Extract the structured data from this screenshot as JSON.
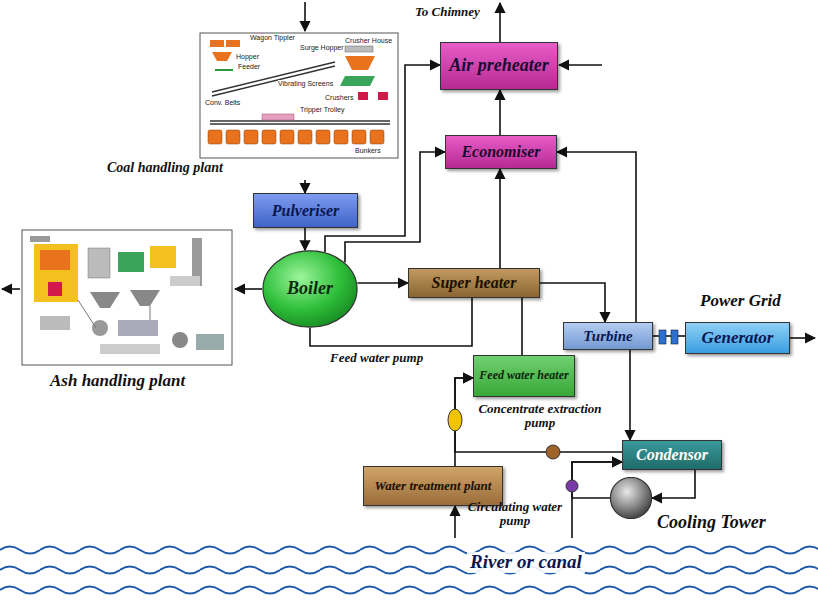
{
  "diagram": {
    "nodes": [
      {
        "text": [
          "Air preheater"
        ]
      },
      {
        "text": [
          "Coal handling plant"
        ]
      },
      {
        "text": [
          "Economiser"
        ]
      },
      {
        "text": [
          "Pulveriser"
        ]
      },
      {
        "text": [
          "Ash handling plant"
        ]
      },
      {
        "text": [
          "Boiler"
        ]
      },
      {
        "text": [
          "Super heater"
        ]
      },
      {
        "text": [
          "Turbine"
        ]
      },
      {
        "text": [
          "Generator"
        ]
      },
      {
        "text": [
          "Feed water heater"
        ]
      },
      {
        "text": [
          "Condensor"
        ]
      },
      {
        "text": [
          "Water treatment plant"
        ]
      },
      {
        "text": [
          "Cooling Tower"
        ]
      },
      {
        "text": [
          "River or canal"
        ]
      }
    ],
    "edges": [
      {
        "from": 1,
        "to": 3,
        "arrow": "to"
      },
      {
        "from": 3,
        "to": 5,
        "arrow": "to"
      },
      {
        "from": 5,
        "to": 4,
        "arrow": "to"
      },
      {
        "from": 5,
        "to": 6,
        "arrow": "to"
      },
      {
        "from": 5,
        "to": 2,
        "arrow": "to"
      },
      {
        "from": 5,
        "to": 0,
        "arrow": "to"
      },
      {
        "from": 2,
        "to": 0,
        "arrow": "to"
      },
      {
        "from": 6,
        "to": 2,
        "arrow": "to"
      },
      {
        "from": 6,
        "to": 7,
        "arrow": "to"
      },
      {
        "from": 7,
        "to": 2,
        "arrow": "to"
      },
      {
        "from": 7,
        "to": 8,
        "arrow": "none"
      },
      {
        "from": 7,
        "to": 10,
        "arrow": "to"
      },
      {
        "from": 9,
        "to": 6,
        "arrow": "none"
      },
      {
        "from": 5,
        "to": 6,
        "arrow": "none"
      },
      {
        "from": 10,
        "to": 9,
        "arrow": "to"
      },
      {
        "from": 11,
        "to": 9,
        "arrow": "to"
      },
      {
        "from": 13,
        "to": 11,
        "arrow": "to"
      },
      {
        "from": 13,
        "to": 10,
        "arrow": "to"
      },
      {
        "from": 10,
        "to": 12,
        "arrow": "to"
      },
      {
        "from": 12,
        "to": 10,
        "arrow": "to"
      }
    ],
    "labels": [
      "To Chimney",
      "Wagon Tippler",
      "Hopper",
      "Crusher House",
      "Feeder",
      "Surge Hopper",
      "Conv. Belts",
      "Vibrating Screens",
      "Crushers",
      "Tripper Trolley",
      "Bunkers",
      "Power Grid",
      "Feed water pump",
      "Concentrate extraction pump",
      "Circulating water pump"
    ]
  }
}
